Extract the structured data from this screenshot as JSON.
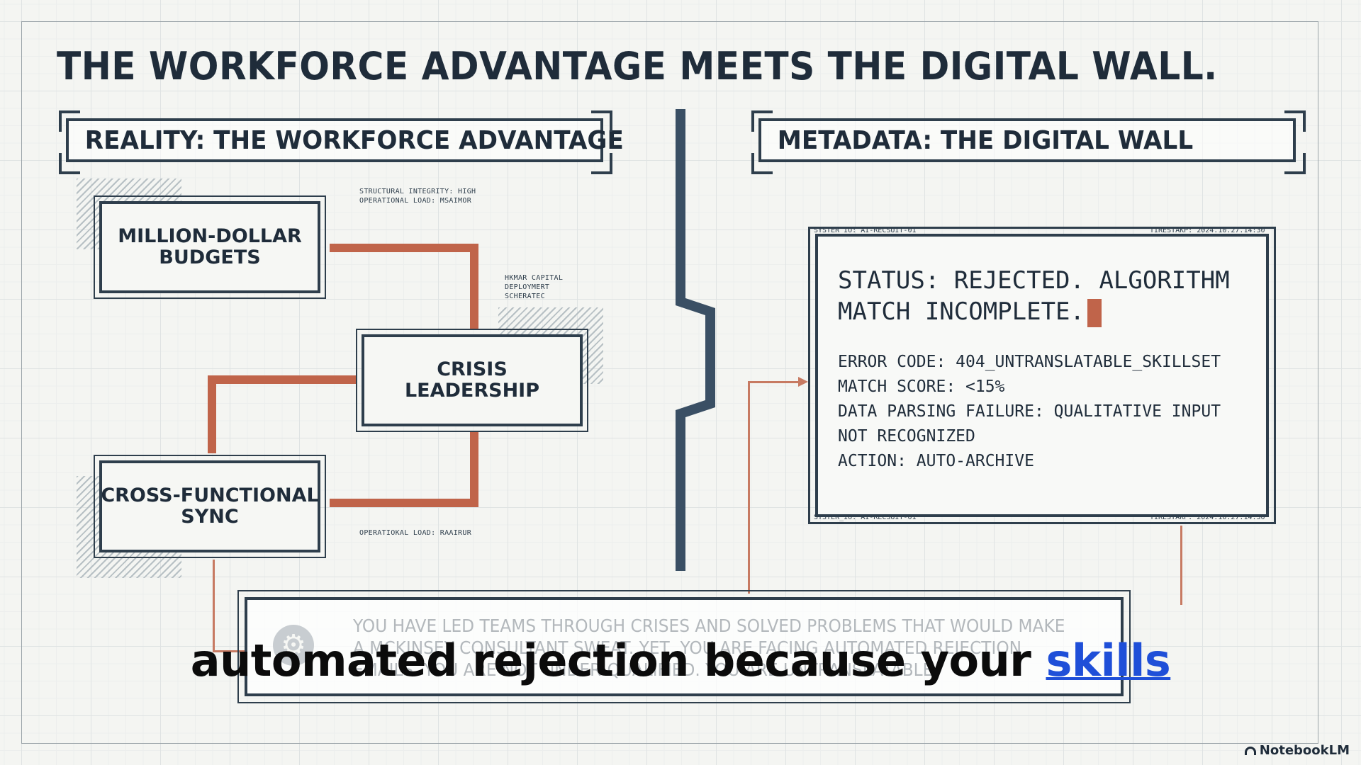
{
  "title": "THE WORKFORCE ADVANTAGE MEETS THE DIGITAL WALL.",
  "left_header": "REALITY: THE WORKFORCE ADVANTAGE",
  "right_header": "METADATA: THE DIGITAL WALL",
  "nodes": {
    "budgets": "MILLION-DOLLAR\nBUDGETS",
    "crisis": "CRISIS\nLEADERSHIP",
    "sync": "CROSS-FUNCTIONAL\nSYNC"
  },
  "annotations": {
    "top": "STRUCTURAL INTEGRITY: HIGH\nOPERATIONAL LOAD: MSAIMOR",
    "mid": "HKMAR CAPITAL\nDEPLOYMERT\nSCHERATEC",
    "bottom": "OPERATIOKAL LOAD: RAAIRUR"
  },
  "terminal": {
    "system_id": "SYSTER_IO: AI-RECSUIT-01",
    "timestamp": "TIRESTAKP: 2024.10.27.14:30",
    "status": "STATUS: REJECTED. ALGORITHM MATCH INCOMPLETE.",
    "lines": [
      "ERROR CODE: 404_UNTRANSLATABLE_SKILLSET",
      "MATCH SCORE: <15%",
      "DATA PARSING FAILURE: QUALITATIVE INPUT",
      "NOT RECOGNIZED",
      "ACTION: AUTO-ARCHIVE"
    ]
  },
  "bottom_panel_text": "YOU HAVE LED TEAMS THROUGH CRISES AND SOLVED PROBLEMS THAT WOULD MAKE A MCKINSEY CONSULTANT SWEAT. YET, YOU ARE FACING AUTOMATED REJECTION EMAILS. YOU ARE NOT UNDER-QUALIFIED. YOU ARE UNTRANSLATABLE.",
  "caption": {
    "text": "automated rejection because your",
    "highlight": "skills"
  },
  "brand": "NotebookLM",
  "colors": {
    "ink": "#1f2c3a",
    "connector": "#c0644a",
    "highlight": "#1f4fd8",
    "background": "#f4f5f2"
  }
}
